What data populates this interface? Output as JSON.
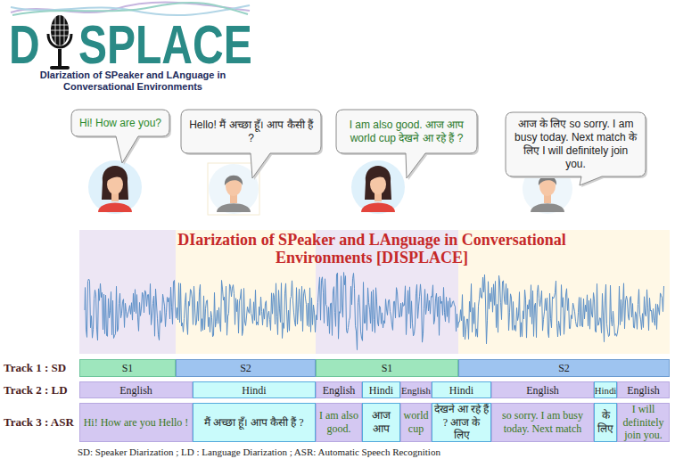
{
  "diagram": {
    "title": "DIarization of SPeaker and LAnguage in Conversational Environments [DISPLACE]",
    "caption": "SD: Speaker Diarization ; LD : Language Diarization ; ASR: Automatic Speech Recognition",
    "nodes": [
      {
        "text": [
          "Hi! How are you?"
        ]
      },
      {
        "text": [
          "Hello! मैं अच्छा हूँ। आप कैसी हैं ?"
        ]
      },
      {
        "text": [
          "I am also good. आज आप world cup देखने आ रहे हैं ?"
        ]
      },
      {
        "text": [
          "आज के लिए so sorry. I am busy today. Next match के लिए I will definitely join you."
        ]
      },
      {
        "text": [
          "S1"
        ]
      },
      {
        "text": [
          "S2"
        ]
      },
      {
        "text": [
          "S1"
        ]
      },
      {
        "text": [
          "S2"
        ]
      },
      {
        "text": [
          "English"
        ]
      },
      {
        "text": [
          "Hindi"
        ]
      },
      {
        "text": [
          "English"
        ]
      },
      {
        "text": [
          "Hindi"
        ]
      },
      {
        "text": [
          "English"
        ]
      },
      {
        "text": [
          "Hindi"
        ]
      },
      {
        "text": [
          "English"
        ]
      },
      {
        "text": [
          "Hindi"
        ]
      },
      {
        "text": [
          "English"
        ]
      },
      {
        "text": [
          "Hi! How are you  Hello !"
        ]
      },
      {
        "text": [
          "मैं अच्छा हूँ। आप कैसी हैं ?"
        ]
      },
      {
        "text": [
          "I am also good."
        ]
      },
      {
        "text": [
          "आज आप"
        ]
      },
      {
        "text": [
          "world cup"
        ]
      },
      {
        "text": [
          "देखने आ रहे हैं ? आज के लिए"
        ]
      },
      {
        "text": [
          "so sorry. I am busy today. Next match"
        ]
      },
      {
        "text": [
          "के लिए"
        ]
      },
      {
        "text": [
          "I will definitely join you."
        ]
      }
    ],
    "labels": [
      "D",
      "SPLACE",
      "DIarization of SPeaker and LAnguage in Conversational Environments",
      "Track 1 : SD",
      "Track 2 : LD",
      "Track 3 : ASR"
    ]
  }
}
